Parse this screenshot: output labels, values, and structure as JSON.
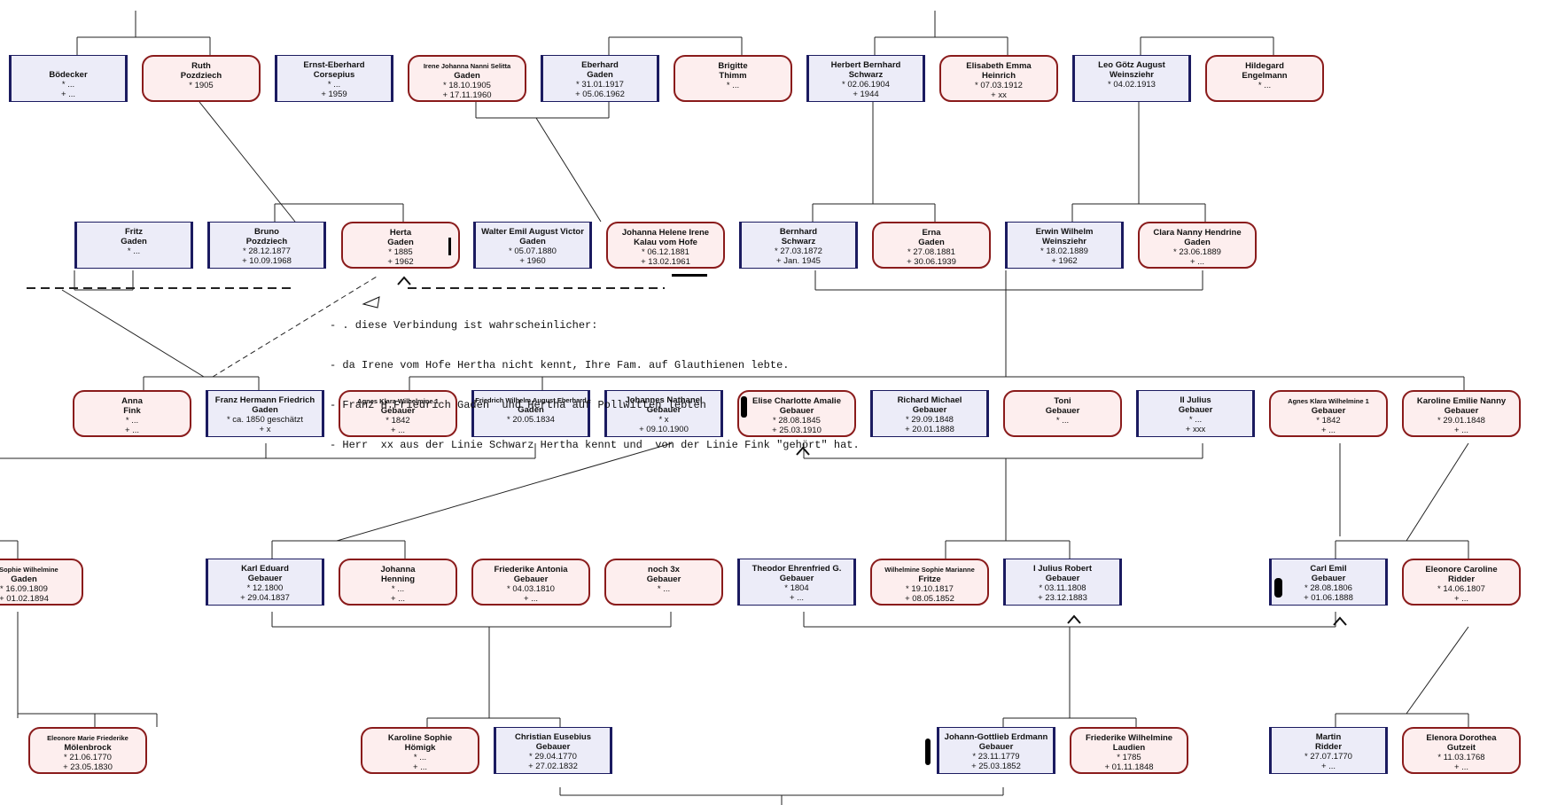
{
  "persons": [
    {
      "id": "boedecker",
      "sex": "m",
      "lines": [
        "",
        "Bödecker",
        "* ...",
        "+ ..."
      ]
    },
    {
      "id": "ruth",
      "sex": "f",
      "lines": [
        "Ruth",
        "Pozdziech",
        "* 1905",
        ""
      ]
    },
    {
      "id": "ernst",
      "sex": "m",
      "lines": [
        "Ernst-Eberhard",
        "Corsepius",
        "* ...",
        "+ 1959"
      ]
    },
    {
      "id": "irene",
      "sex": "f",
      "small": true,
      "lines": [
        "Irene Johanna Nanni Selitta",
        "Gaden",
        "* 18.10.1905",
        "+ 17.11.1960"
      ]
    },
    {
      "id": "eberhard",
      "sex": "m",
      "lines": [
        "Eberhard",
        "Gaden",
        "* 31.01.1917",
        "+ 05.06.1962"
      ]
    },
    {
      "id": "brigitte",
      "sex": "f",
      "lines": [
        "Brigitte",
        "Thimm",
        "* ...",
        ""
      ]
    },
    {
      "id": "herbert",
      "sex": "m",
      "lines": [
        "Herbert Bernhard",
        "Schwarz",
        "* 02.06.1904",
        "+ 1944"
      ]
    },
    {
      "id": "elisabeth",
      "sex": "f",
      "lines": [
        "Elisabeth Emma",
        "Heinrich",
        "* 07.03.1912",
        "+ xx"
      ]
    },
    {
      "id": "leo",
      "sex": "m",
      "lines": [
        "Leo Götz August",
        "Weinsziehr",
        "* 04.02.1913",
        ""
      ]
    },
    {
      "id": "hildegard",
      "sex": "f",
      "lines": [
        "Hildegard",
        "Engelmann",
        "* ...",
        ""
      ]
    },
    {
      "id": "fritz",
      "sex": "m",
      "lines": [
        "Fritz",
        "Gaden",
        "* ...",
        ""
      ]
    },
    {
      "id": "bruno",
      "sex": "m",
      "lines": [
        "Bruno",
        "Pozdziech",
        "* 28.12.1877",
        "+ 10.09.1968"
      ]
    },
    {
      "id": "herta",
      "sex": "f",
      "lines": [
        "Herta",
        "Gaden",
        "* 1885",
        "+ 1962"
      ]
    },
    {
      "id": "walter",
      "sex": "m",
      "lines": [
        "Walter Emil August Victor",
        "Gaden",
        "* 05.07.1880",
        "+ 1960"
      ]
    },
    {
      "id": "johannah",
      "sex": "f",
      "lines": [
        "Johanna Helene Irene",
        "Kalau vom Hofe",
        "* 06.12.1881",
        "+ 13.02.1961"
      ]
    },
    {
      "id": "bernhard",
      "sex": "m",
      "lines": [
        "Bernhard",
        "Schwarz",
        "* 27.03.1872",
        "+ Jan. 1945"
      ]
    },
    {
      "id": "erna",
      "sex": "f",
      "lines": [
        "Erna",
        "Gaden",
        "* 27.08.1881",
        "+ 30.06.1939"
      ]
    },
    {
      "id": "erwin",
      "sex": "m",
      "lines": [
        "Erwin Wilhelm",
        "Weinsziehr",
        "* 18.02.1889",
        "+ 1962"
      ]
    },
    {
      "id": "clara",
      "sex": "f",
      "lines": [
        "Clara Nanny Hendrine",
        "Gaden",
        "* 23.06.1889",
        "+ ..."
      ]
    },
    {
      "id": "anna",
      "sex": "f",
      "lines": [
        "Anna",
        "Fink",
        "* ...",
        "+ ..."
      ]
    },
    {
      "id": "franz",
      "sex": "m",
      "lines": [
        "Franz Hermann Friedrich",
        "Gaden",
        "* ca. 1850 geschätzt",
        "+ x"
      ]
    },
    {
      "id": "agnes1",
      "sex": "f",
      "small": true,
      "lines": [
        "Agnes Klara Wilhelmine 1",
        "Gebauer",
        "* 1842",
        "+ ..."
      ]
    },
    {
      "id": "friedrich",
      "sex": "m",
      "small": true,
      "lines": [
        "Friedrich Wilhelm August Eberhard",
        "Gaden",
        "* 20.05.1834",
        ""
      ]
    },
    {
      "id": "johannesn",
      "sex": "m",
      "lines": [
        "Johannes Nathanel",
        "Gebauer",
        "* x",
        "+ 09.10.1900"
      ]
    },
    {
      "id": "elise",
      "sex": "f",
      "lines": [
        "Elise Charlotte Amalie",
        "Gebauer",
        "* 28.08.1845",
        "+ 25.03.1910"
      ]
    },
    {
      "id": "richard",
      "sex": "m",
      "lines": [
        "Richard Michael",
        "Gebauer",
        "* 29.09.1848",
        "+ 20.01.1888"
      ]
    },
    {
      "id": "toni",
      "sex": "f",
      "lines": [
        "Toni",
        "Gebauer",
        "* ...",
        ""
      ]
    },
    {
      "id": "iijulius",
      "sex": "m",
      "lines": [
        "II Julius",
        "Gebauer",
        "* ...",
        "+ xxx"
      ]
    },
    {
      "id": "agnes2",
      "sex": "f",
      "small": true,
      "lines": [
        "Agnes Klara Wilhelmine 1",
        "Gebauer",
        "* 1842",
        "+ ..."
      ]
    },
    {
      "id": "karoline",
      "sex": "f",
      "lines": [
        "Karoline Emilie Nanny",
        "Gebauer",
        "* 29.01.1848",
        "+ ..."
      ]
    },
    {
      "id": "sophie",
      "sex": "f",
      "small": true,
      "lines": [
        "ne Sophie Wilhelmine",
        "Gaden",
        "* 16.09.1809",
        "+ 01.02.1894"
      ]
    },
    {
      "id": "karl",
      "sex": "m",
      "lines": [
        "Karl Eduard",
        "Gebauer",
        "* 12.1800",
        "+ 29.04.1837"
      ]
    },
    {
      "id": "johannahenning",
      "sex": "f",
      "lines": [
        "Johanna",
        "Henning",
        "* ...",
        "+ ..."
      ]
    },
    {
      "id": "friederikea",
      "sex": "f",
      "lines": [
        "Friederike Antonia",
        "Gebauer",
        "* 04.03.1810",
        "+ ..."
      ]
    },
    {
      "id": "noch3x",
      "sex": "f",
      "lines": [
        "noch 3x",
        "Gebauer",
        "* ...",
        ""
      ]
    },
    {
      "id": "theodor",
      "sex": "m",
      "lines": [
        "Theodor Ehrenfried G.",
        "Gebauer",
        "* 1804",
        "+ ..."
      ]
    },
    {
      "id": "wilhelmine",
      "sex": "f",
      "small": true,
      "lines": [
        "Wilhelmine Sophie Marianne",
        "Fritze",
        "* 19.10.1817",
        "+ 08.05.1852"
      ]
    },
    {
      "id": "ijulius",
      "sex": "m",
      "lines": [
        "I Julius Robert",
        "Gebauer",
        "* 03.11.1808",
        "+ 23.12.1883"
      ]
    },
    {
      "id": "carl",
      "sex": "m",
      "lines": [
        "Carl Emil",
        "Gebauer",
        "* 28.08.1806",
        "+ 01.06.1888"
      ]
    },
    {
      "id": "eleonorec",
      "sex": "f",
      "lines": [
        "Eleonore Caroline",
        "Ridder",
        "* 14.06.1807",
        "+ ..."
      ]
    },
    {
      "id": "eleonorem",
      "sex": "f",
      "small": true,
      "lines": [
        "Eleonore Marie Friederike",
        "Mölenbrock",
        "* 21.06.1770",
        "+ 23.05.1830"
      ]
    },
    {
      "id": "karolines",
      "sex": "f",
      "lines": [
        "Karoline Sophie",
        "Hömigk",
        "* ...",
        "+ ..."
      ]
    },
    {
      "id": "christian",
      "sex": "m",
      "lines": [
        "Christian Eusebius",
        "Gebauer",
        "* 29.04.1770",
        "+ 27.02.1832"
      ]
    },
    {
      "id": "johanng",
      "sex": "m",
      "lines": [
        "Johann-Gottlieb Erdmann",
        "Gebauer",
        "* 23.11.1779",
        "+ 25.03.1852"
      ]
    },
    {
      "id": "friederikew",
      "sex": "f",
      "lines": [
        "Friederike Wilhelmine",
        "Laudien",
        "* 1785",
        "+ 01.11.1848"
      ]
    },
    {
      "id": "martin",
      "sex": "m",
      "lines": [
        "Martin",
        "Ridder",
        "* 27.07.1770",
        "+ ..."
      ]
    },
    {
      "id": "eleonorad",
      "sex": "f",
      "lines": [
        "Elenora Dorothea",
        "Gutzeit",
        "* 11.03.1768",
        "+ ..."
      ]
    }
  ],
  "note": {
    "lines": [
      "- . diese Verbindung ist wahrscheinlicher:",
      "- da Irene vom Hofe Hertha nicht kennt, Ihre Fam. auf Glauthienen lebte.",
      "- Franz H.Friedrich Gaden  und Hertha auf Pollwitten lebten",
      "- Herr  xx aus der Linie Schwarz Hertha kennt und  von der Linie Fink \"gehört\" hat."
    ]
  }
}
